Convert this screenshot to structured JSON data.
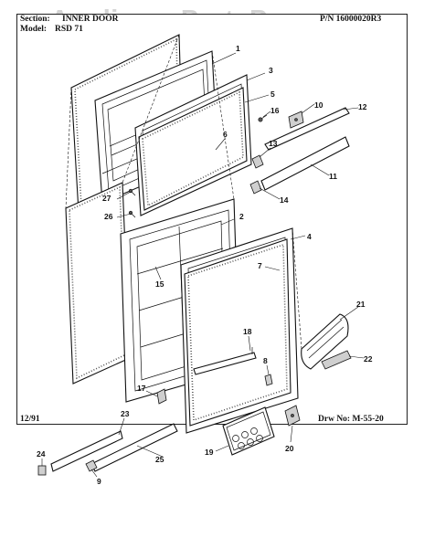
{
  "header": {
    "section_label": "Section:",
    "section_value": "INNER DOOR",
    "model_label": "Model:",
    "model_value": "RSD 71",
    "part_number": "P/N 16000020R3"
  },
  "watermark": "AppliancePartsPros.com",
  "footer": {
    "date": "12/91",
    "drawing_number": "Drw No: M-55-20"
  },
  "callouts": {
    "c1": "1",
    "c2": "2",
    "c3": "3",
    "c4": "4",
    "c5": "5",
    "c6": "6",
    "c7": "7",
    "c8": "8",
    "c9": "9",
    "c10": "10",
    "c11": "11",
    "c12": "12",
    "c13": "13",
    "c14": "14",
    "c15": "15",
    "c16": "16",
    "c17": "17",
    "c18": "18",
    "c19": "19",
    "c20": "20",
    "c21": "21",
    "c22": "22",
    "c23": "23",
    "c24": "24",
    "c25": "25",
    "c26": "26",
    "c27": "27"
  }
}
